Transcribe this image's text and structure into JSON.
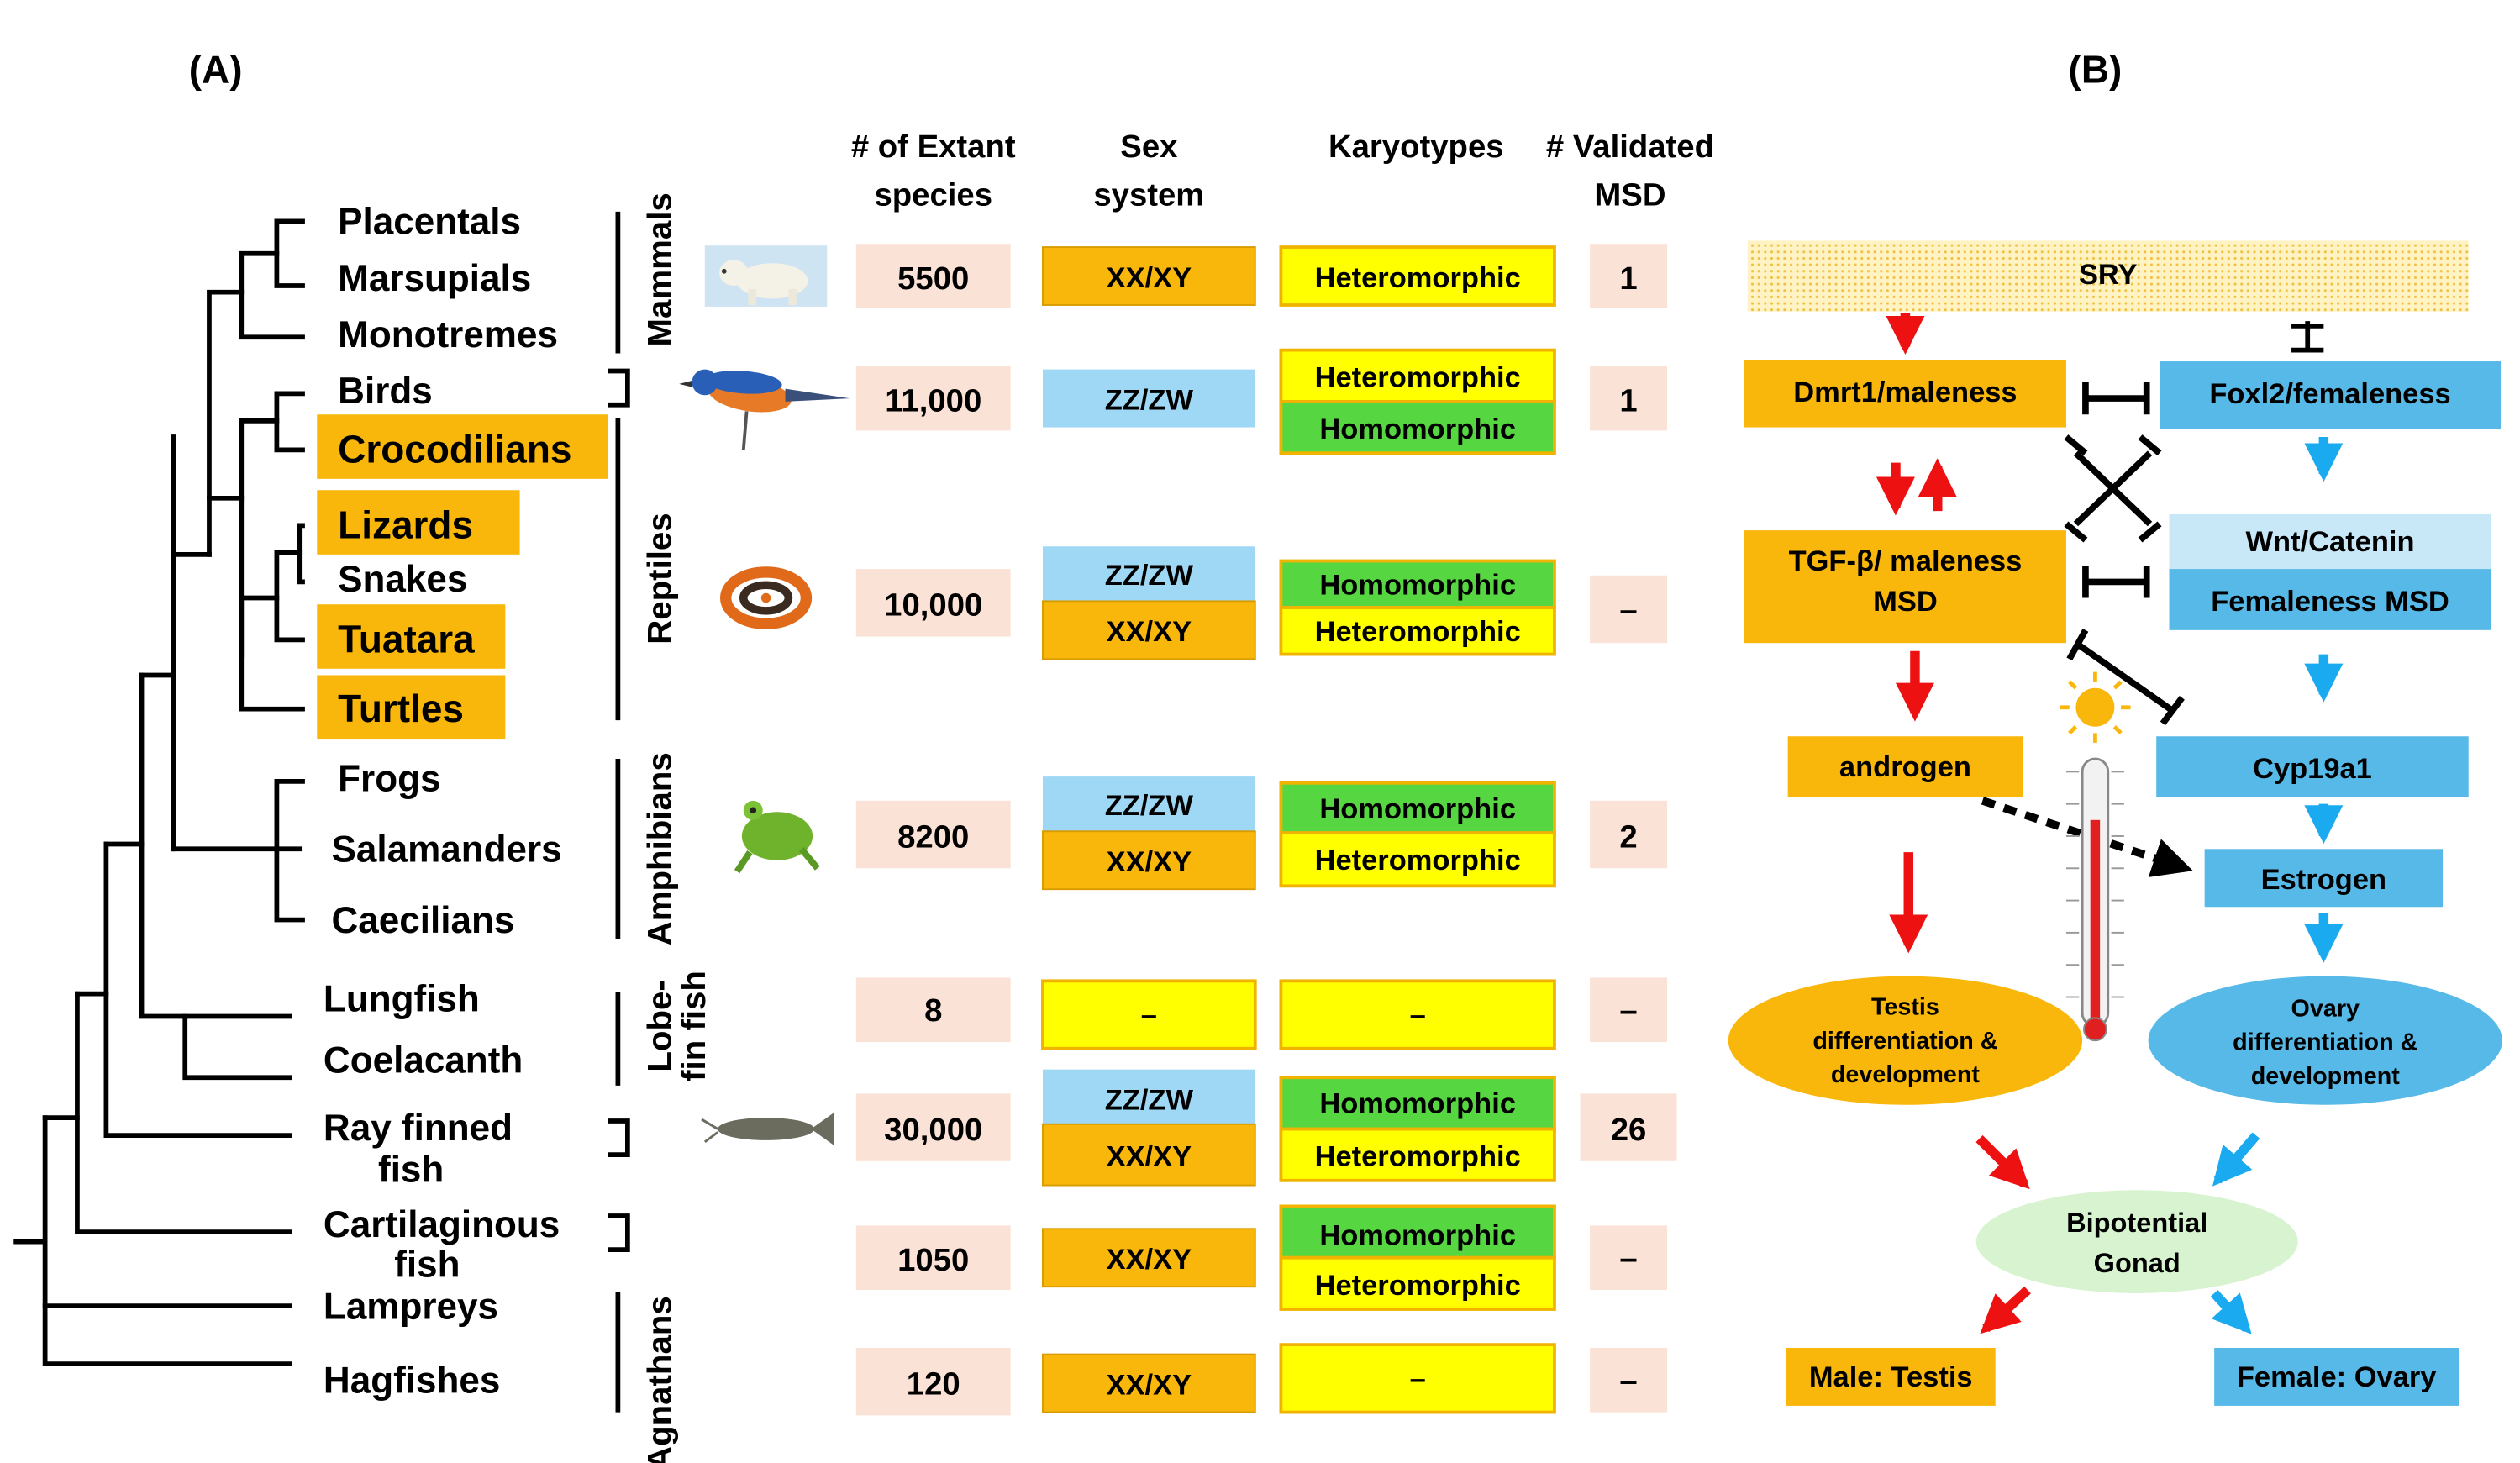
{
  "panels": {
    "a": "(A)",
    "b": "(B)"
  },
  "table": {
    "headers": [
      {
        "l1": "# of Extant",
        "l2": "species"
      },
      {
        "l1": "Sex",
        "l2": "system"
      },
      {
        "l1": "Karyotypes",
        "l2": ""
      },
      {
        "l1": "# Validated",
        "l2": "MSD"
      }
    ],
    "rows": [
      {
        "species": "5500",
        "sex": [
          "XX/XY"
        ],
        "kary": [
          "Heteromorphic"
        ],
        "msd": "1"
      },
      {
        "species": "11,000",
        "sex": [
          "ZZ/ZW"
        ],
        "kary": [
          "Heteromorphic",
          "Homomorphic"
        ],
        "msd": "1"
      },
      {
        "species": "10,000",
        "sex": [
          "ZZ/ZW",
          "XX/XY"
        ],
        "kary": [
          "Homomorphic",
          "Heteromorphic"
        ],
        "msd": "–"
      },
      {
        "species": "8200",
        "sex": [
          "ZZ/ZW",
          "XX/XY"
        ],
        "kary": [
          "Homomorphic",
          "Heteromorphic"
        ],
        "msd": "2"
      },
      {
        "species": "8",
        "sex": [
          "–"
        ],
        "kary": [
          "–"
        ],
        "msd": "–"
      },
      {
        "species": "30,000",
        "sex": [
          "ZZ/ZW",
          "XX/XY"
        ],
        "kary": [
          "Homomorphic",
          "Heteromorphic"
        ],
        "msd": "26"
      },
      {
        "species": "1050",
        "sex": [
          "XX/XY"
        ],
        "kary": [
          "Homomorphic",
          "Heteromorphic"
        ],
        "msd": "–"
      },
      {
        "species": "120",
        "sex": [
          "XX/XY"
        ],
        "kary": [
          "–"
        ],
        "msd": "–"
      }
    ]
  },
  "tree": {
    "taxa": [
      "Placentals",
      "Marsupials",
      "Monotremes",
      "Birds",
      "Crocodilians",
      "Lizards",
      "Snakes",
      "Tuatara",
      "Turtles",
      "Frogs",
      "Salamanders",
      "Caecilians",
      "Lungfish",
      "Coelacanth",
      "Ray finned",
      "fish",
      "Cartilaginous",
      "fish",
      "Lampreys",
      "Hagfishes"
    ],
    "groups": [
      "Mammals",
      "Reptiles",
      "Amphibians",
      "Lobe-",
      "fin fish",
      "Agnathans"
    ]
  },
  "pathway": {
    "sry": "SRY",
    "dmrt1": "Dmrt1/maleness",
    "foxl2": "Foxl2/femaleness",
    "tgfb_l1": "TGF-β/ maleness",
    "tgfb_l2": "MSD",
    "wnt": "Wnt/Catenin",
    "female_msd": "Femaleness MSD",
    "androgen": "androgen",
    "cyp19a1": "Cyp19a1",
    "estrogen": "Estrogen",
    "testis_l1": "Testis",
    "testis_l2": "differentiation &",
    "testis_l3": "development",
    "ovary_l1": "Ovary",
    "ovary_l2": "differentiation &",
    "ovary_l3": "development",
    "bipotential_l1": "Bipotential",
    "bipotential_l2": "Gonad",
    "male": "Male: Testis",
    "female": "Female: Ovary"
  },
  "colors": {
    "male": "#f8b70a",
    "female": "#57b9e8",
    "zzzw": "#9ed8f5",
    "homomorphic": "#56d640",
    "heteromorphic": "#ffff00",
    "count_cell": "#fbe2d6",
    "bipotential_text": "#e040d0",
    "bipotential_fill": "#d8f3d0"
  },
  "icons": [
    "polar-bear-icon",
    "bird-icon",
    "snake-icon",
    "frog-icon",
    "catfish-icon",
    "sun-icon",
    "thermometer-icon"
  ]
}
